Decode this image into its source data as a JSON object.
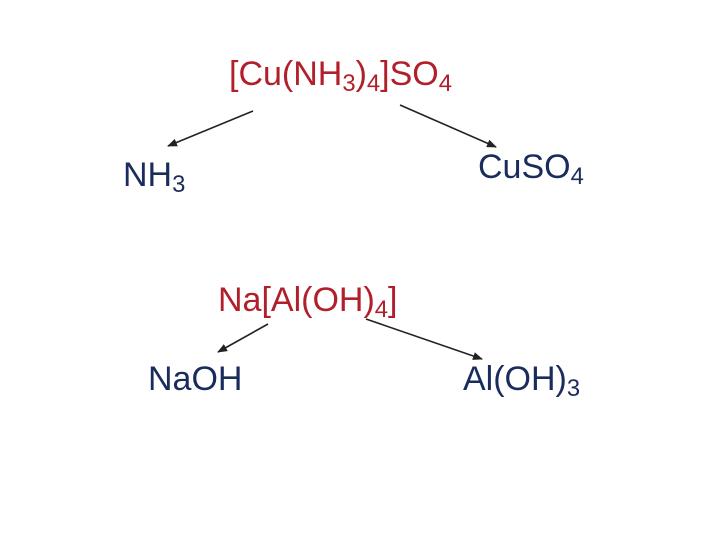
{
  "diagrams": [
    {
      "compound": {
        "parts": [
          "[Cu(NH",
          "3",
          ")",
          "4",
          "]SO",
          "4"
        ],
        "color": "#b11f2a"
      },
      "products": [
        {
          "parts": [
            "NH",
            "3"
          ],
          "color": "#1a2c5b"
        },
        {
          "parts": [
            "CuSO",
            "4"
          ],
          "color": "#1a2c5b"
        }
      ]
    },
    {
      "compound": {
        "parts": [
          "Na[Al(OH)",
          "4",
          "]"
        ],
        "color": "#b11f2a"
      },
      "products": [
        {
          "parts": [
            "NaOH"
          ],
          "color": "#1a2c5b"
        },
        {
          "parts": [
            "Al(OH)",
            "3"
          ],
          "color": "#1a2c5b"
        }
      ]
    }
  ]
}
